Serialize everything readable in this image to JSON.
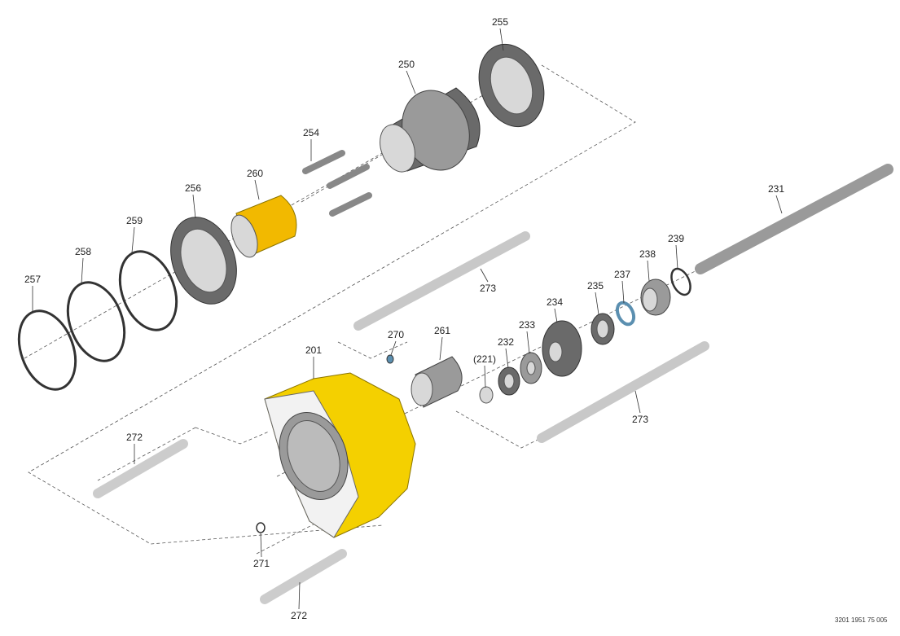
{
  "diagram": {
    "callouts": [
      "255",
      "250",
      "254",
      "260",
      "256",
      "231",
      "259",
      "258",
      "239",
      "238",
      "273",
      "257",
      "237",
      "235",
      "234",
      "233",
      "270",
      "261",
      "201",
      "232",
      "(221)",
      "273",
      "272",
      "271",
      "272"
    ],
    "reference": "3201 1951 75 005",
    "colors": {
      "housing": "#f4d000",
      "bushing": "#f2b900",
      "circlip": "#5b8fb0"
    }
  }
}
